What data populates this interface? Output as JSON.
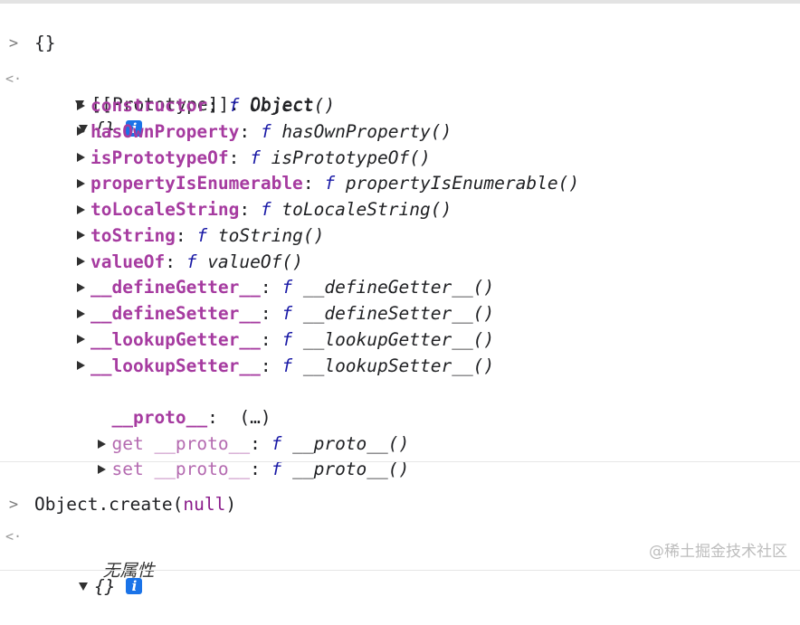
{
  "console": {
    "entry1": {
      "input": "{}",
      "result_brace": "{}",
      "prototype_label": "[[Prototype]]",
      "prototype_value": "Object",
      "props": [
        {
          "key": "constructor",
          "fn": "Object()"
        },
        {
          "key": "hasOwnProperty",
          "fn": "hasOwnProperty()"
        },
        {
          "key": "isPrototypeOf",
          "fn": "isPrototypeOf()"
        },
        {
          "key": "propertyIsEnumerable",
          "fn": "propertyIsEnumerable()"
        },
        {
          "key": "toLocaleString",
          "fn": "toLocaleString()"
        },
        {
          "key": "toString",
          "fn": "toString()"
        },
        {
          "key": "valueOf",
          "fn": "valueOf()"
        },
        {
          "key": "__defineGetter__",
          "fn": "__defineGetter__()"
        },
        {
          "key": "__defineSetter__",
          "fn": "__defineSetter__()"
        },
        {
          "key": "__lookupGetter__",
          "fn": "__lookupGetter__()"
        },
        {
          "key": "__lookupSetter__",
          "fn": "__lookupSetter__()"
        }
      ],
      "proto_key": "__proto__",
      "proto_value": "(…)",
      "getter_key": "get __proto__",
      "getter_fn": "__proto__()",
      "setter_key": "set __proto__",
      "setter_fn": "__proto__()"
    },
    "entry2": {
      "input_prefix": "Object.create(",
      "input_arg": "null",
      "input_suffix": ")",
      "result_brace": "{}",
      "no_properties": "无属性"
    },
    "info_icon_text": "i",
    "f_label": "f",
    "colon": ":"
  },
  "watermark": "@稀土掘金技术社区",
  "colors": {
    "key": "#a63ba0",
    "function_f": "#1a1aa6",
    "null_keyword": "#8a1b8a",
    "info_badge": "#1a73e8"
  },
  "icons": {
    "input_prompt": "chevron-right-icon",
    "result_prompt": "result-arrow-icon",
    "expand": "triangle-down-icon",
    "collapse": "triangle-right-icon",
    "info": "info-icon"
  }
}
